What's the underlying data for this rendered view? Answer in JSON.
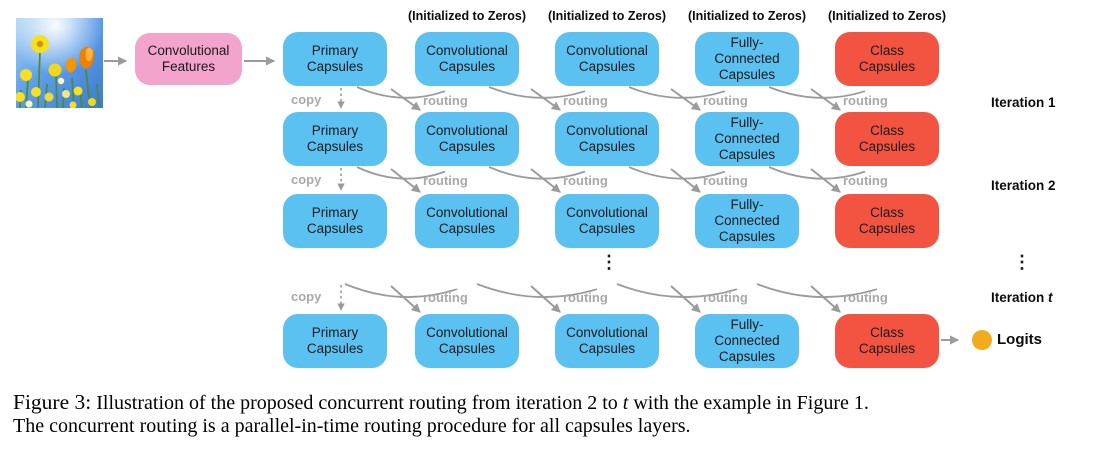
{
  "colors": {
    "capsule_blue": "#5bc1f0",
    "class_red": "#f25441",
    "feature_pink": "#f2a4cc",
    "logits_yellow": "#f0ac1c",
    "arrow_gray": "#9b9b9b",
    "label_gray": "#a9a9a9"
  },
  "diagram": {
    "feature_label": "Convolutional\nFeatures",
    "init_label": "(Initialized to Zeros)",
    "copy_label": "copy",
    "routing_label": "routing",
    "logits_label": "Logits",
    "ellipsis": "⋮",
    "layers": [
      {
        "label": "Primary\nCapsules",
        "type": "blue"
      },
      {
        "label": "Convolutional\nCapsules",
        "type": "blue"
      },
      {
        "label": "Convolutional\nCapsules",
        "type": "blue"
      },
      {
        "label": "Fully-\nConnected\nCapsules",
        "type": "blue"
      },
      {
        "label": "Class\nCapsules",
        "type": "red"
      }
    ],
    "iteration_rows": 4,
    "iterations": [
      {
        "prefix": "Iteration ",
        "num": "1",
        "italic": false
      },
      {
        "prefix": "Iteration ",
        "num": "2",
        "italic": false
      },
      {
        "prefix": "Iteration ",
        "num": "t",
        "italic": true
      }
    ]
  },
  "caption": {
    "label": "Figure 3:",
    "line1_a": " Illustration of the proposed concurrent routing from iteration 2 to ",
    "line1_italic": "t",
    "line1_b": " with the example in Figure 1.",
    "line2": "The concurrent routing is a parallel-in-time routing procedure for all capsules layers."
  }
}
